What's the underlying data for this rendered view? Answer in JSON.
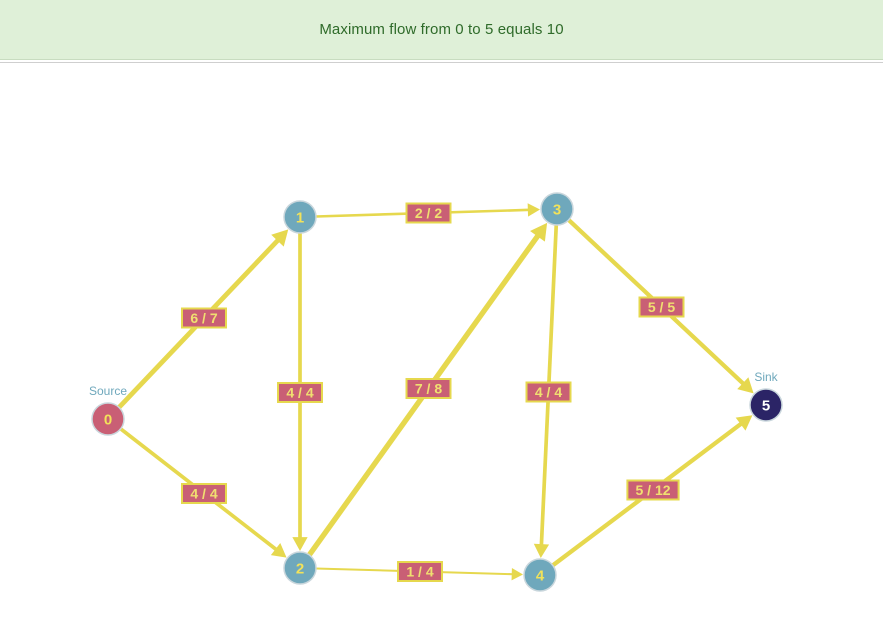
{
  "banner": {
    "message": "Maximum flow from 0 to 5 equals 10"
  },
  "graph": {
    "source_label": "Source",
    "sink_label": "Sink",
    "nodes": [
      {
        "id": "0",
        "label": "0",
        "role": "source"
      },
      {
        "id": "1",
        "label": "1",
        "role": "normal"
      },
      {
        "id": "2",
        "label": "2",
        "role": "normal"
      },
      {
        "id": "3",
        "label": "3",
        "role": "normal"
      },
      {
        "id": "4",
        "label": "4",
        "role": "normal"
      },
      {
        "id": "5",
        "label": "5",
        "role": "sink"
      }
    ],
    "edges": [
      {
        "from": "0",
        "to": "1",
        "flow": 6,
        "capacity": 7,
        "label": "6 / 7"
      },
      {
        "from": "0",
        "to": "2",
        "flow": 4,
        "capacity": 4,
        "label": "4 / 4"
      },
      {
        "from": "1",
        "to": "3",
        "flow": 2,
        "capacity": 2,
        "label": "2 / 2"
      },
      {
        "from": "1",
        "to": "2",
        "flow": 4,
        "capacity": 4,
        "label": "4 / 4"
      },
      {
        "from": "2",
        "to": "3",
        "flow": 7,
        "capacity": 8,
        "label": "7 / 8"
      },
      {
        "from": "2",
        "to": "4",
        "flow": 1,
        "capacity": 4,
        "label": "1 / 4"
      },
      {
        "from": "3",
        "to": "5",
        "flow": 5,
        "capacity": 5,
        "label": "5 / 5"
      },
      {
        "from": "3",
        "to": "4",
        "flow": 4,
        "capacity": 4,
        "label": "4 / 4"
      },
      {
        "from": "4",
        "to": "5",
        "flow": 5,
        "capacity": 12,
        "label": "5 / 12"
      }
    ],
    "colors": {
      "edge": "#e6d84e",
      "label_bg": "#c95f75",
      "label_text": "#f0e070",
      "source_node": "#c95f75",
      "sink_node": "#2b2466",
      "normal_node": "#6fa8bc",
      "node_text": "#f2e25a",
      "sink_text": "#ffffff",
      "role_label": "#6fa8bc"
    }
  }
}
